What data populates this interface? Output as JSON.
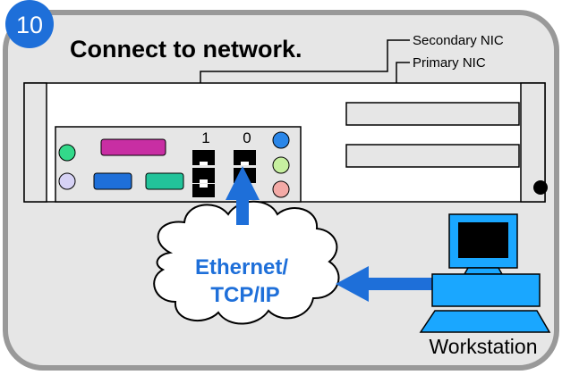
{
  "step": {
    "number": "10",
    "title": "Connect to network."
  },
  "callouts": {
    "secondary": "Secondary NIC",
    "primary": "Primary NIC"
  },
  "ports": {
    "port_1": "1",
    "port_0": "0"
  },
  "cloud": {
    "line1": "Ethernet/",
    "line2": "TCP/IP"
  },
  "workstation": {
    "label": "Workstation"
  },
  "colors": {
    "frame_fill": "#e6e6e6",
    "frame_border": "#999999",
    "step_circle": "#1e6fd9",
    "arrow_blue": "#1e6fd9",
    "cloud_text": "#1e6fd9",
    "monitor_screen": "#000000",
    "workstation_body": "#1aa7ff",
    "connector_magenta": "#c82ea3",
    "connector_blue": "#1e6fd9",
    "connector_green": "#22c39a",
    "led_green": "#33d98a",
    "led_lavender": "#d6d2f5",
    "led_blue": "#2a86e8",
    "led_lightgreen": "#c7f0a0",
    "led_pink": "#f3aaa6"
  },
  "icons": [
    "server-chassis-icon",
    "network-cloud-icon",
    "workstation-computer-icon",
    "ethernet-port-icon",
    "arrow-icon"
  ]
}
